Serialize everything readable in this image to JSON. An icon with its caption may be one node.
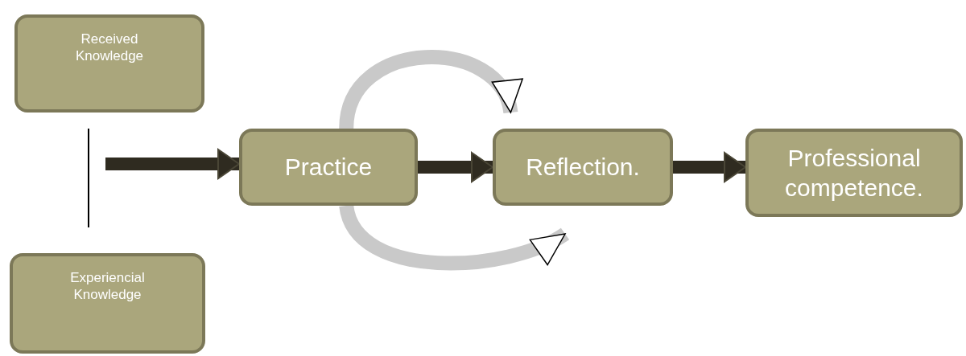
{
  "diagram": {
    "nodes": [
      {
        "text": [
          "Received Knowledge"
        ]
      },
      {
        "text": [
          "Experiencial Knowledge"
        ]
      },
      {
        "text": [
          "Practice"
        ]
      },
      {
        "text": [
          "Reflection."
        ]
      },
      {
        "text": [
          "Professional competence."
        ]
      }
    ],
    "edges": [
      {
        "from": 0,
        "to": 1,
        "arrow": "none"
      },
      {
        "from": null,
        "to": 2,
        "arrow": "to"
      },
      {
        "from": 2,
        "to": 3,
        "arrow": "to"
      },
      {
        "from": 3,
        "to": 4,
        "arrow": "to"
      },
      {
        "from": 2,
        "to": 3,
        "arrow": "to",
        "color": "#c9c9c9"
      },
      {
        "from": 2,
        "to": 3,
        "arrow": "to",
        "color": "#c9c9c9"
      }
    ]
  }
}
